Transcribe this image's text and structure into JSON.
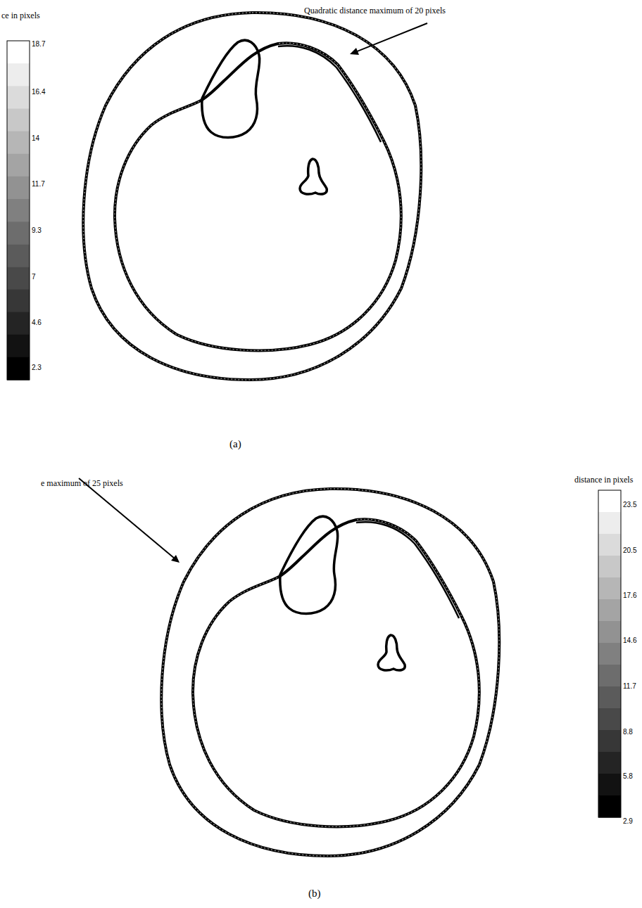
{
  "diagram": {
    "labels": [
      "ce in pixels",
      "18.7",
      "16.4",
      "14",
      "11.7",
      "9.3",
      "7",
      "4.6",
      "2.3",
      "Quadratic distance maximum of 20 pixels",
      "(a)",
      "e maximum of 25 pixels",
      "distance in pixels",
      "23.5",
      "20.5",
      "17.6",
      "14.6",
      "11.7",
      "8.8",
      "5.8",
      "2.9",
      "(b)"
    ]
  }
}
